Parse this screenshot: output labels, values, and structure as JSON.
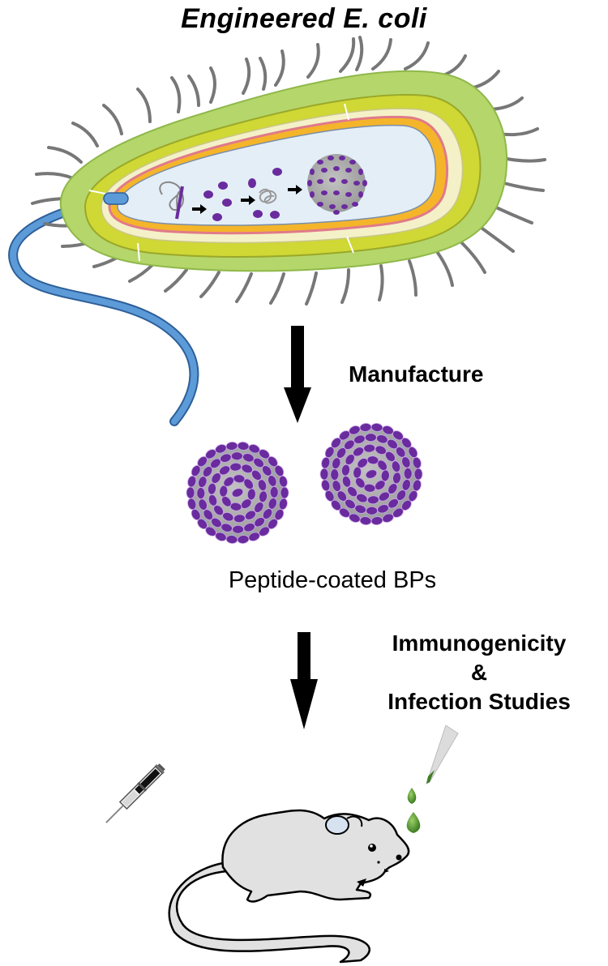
{
  "figure": {
    "title": "Engineered E. coli",
    "steps": [
      {
        "label": "Manufacture"
      },
      {
        "label_lines": [
          "Immunogenicity",
          "&",
          "Infection Studies"
        ]
      }
    ],
    "product_label": "Peptide-coated BPs",
    "colors": {
      "cell_outer": "#b5d66a",
      "cell_inner_wall": "#d4dd3a",
      "cytoplasm": "#e4eef7",
      "membrane_orange": "#f4b52a",
      "membrane_pink": "#e07a8a",
      "flagellum": "#4e8fd0",
      "pili": "#888888",
      "peptide": "#6a2b9e",
      "particle_core": "#a9a9a9",
      "mouse_fill": "#e1e1e1",
      "droplet": "#5a9a32",
      "arrow": "#000000"
    }
  }
}
